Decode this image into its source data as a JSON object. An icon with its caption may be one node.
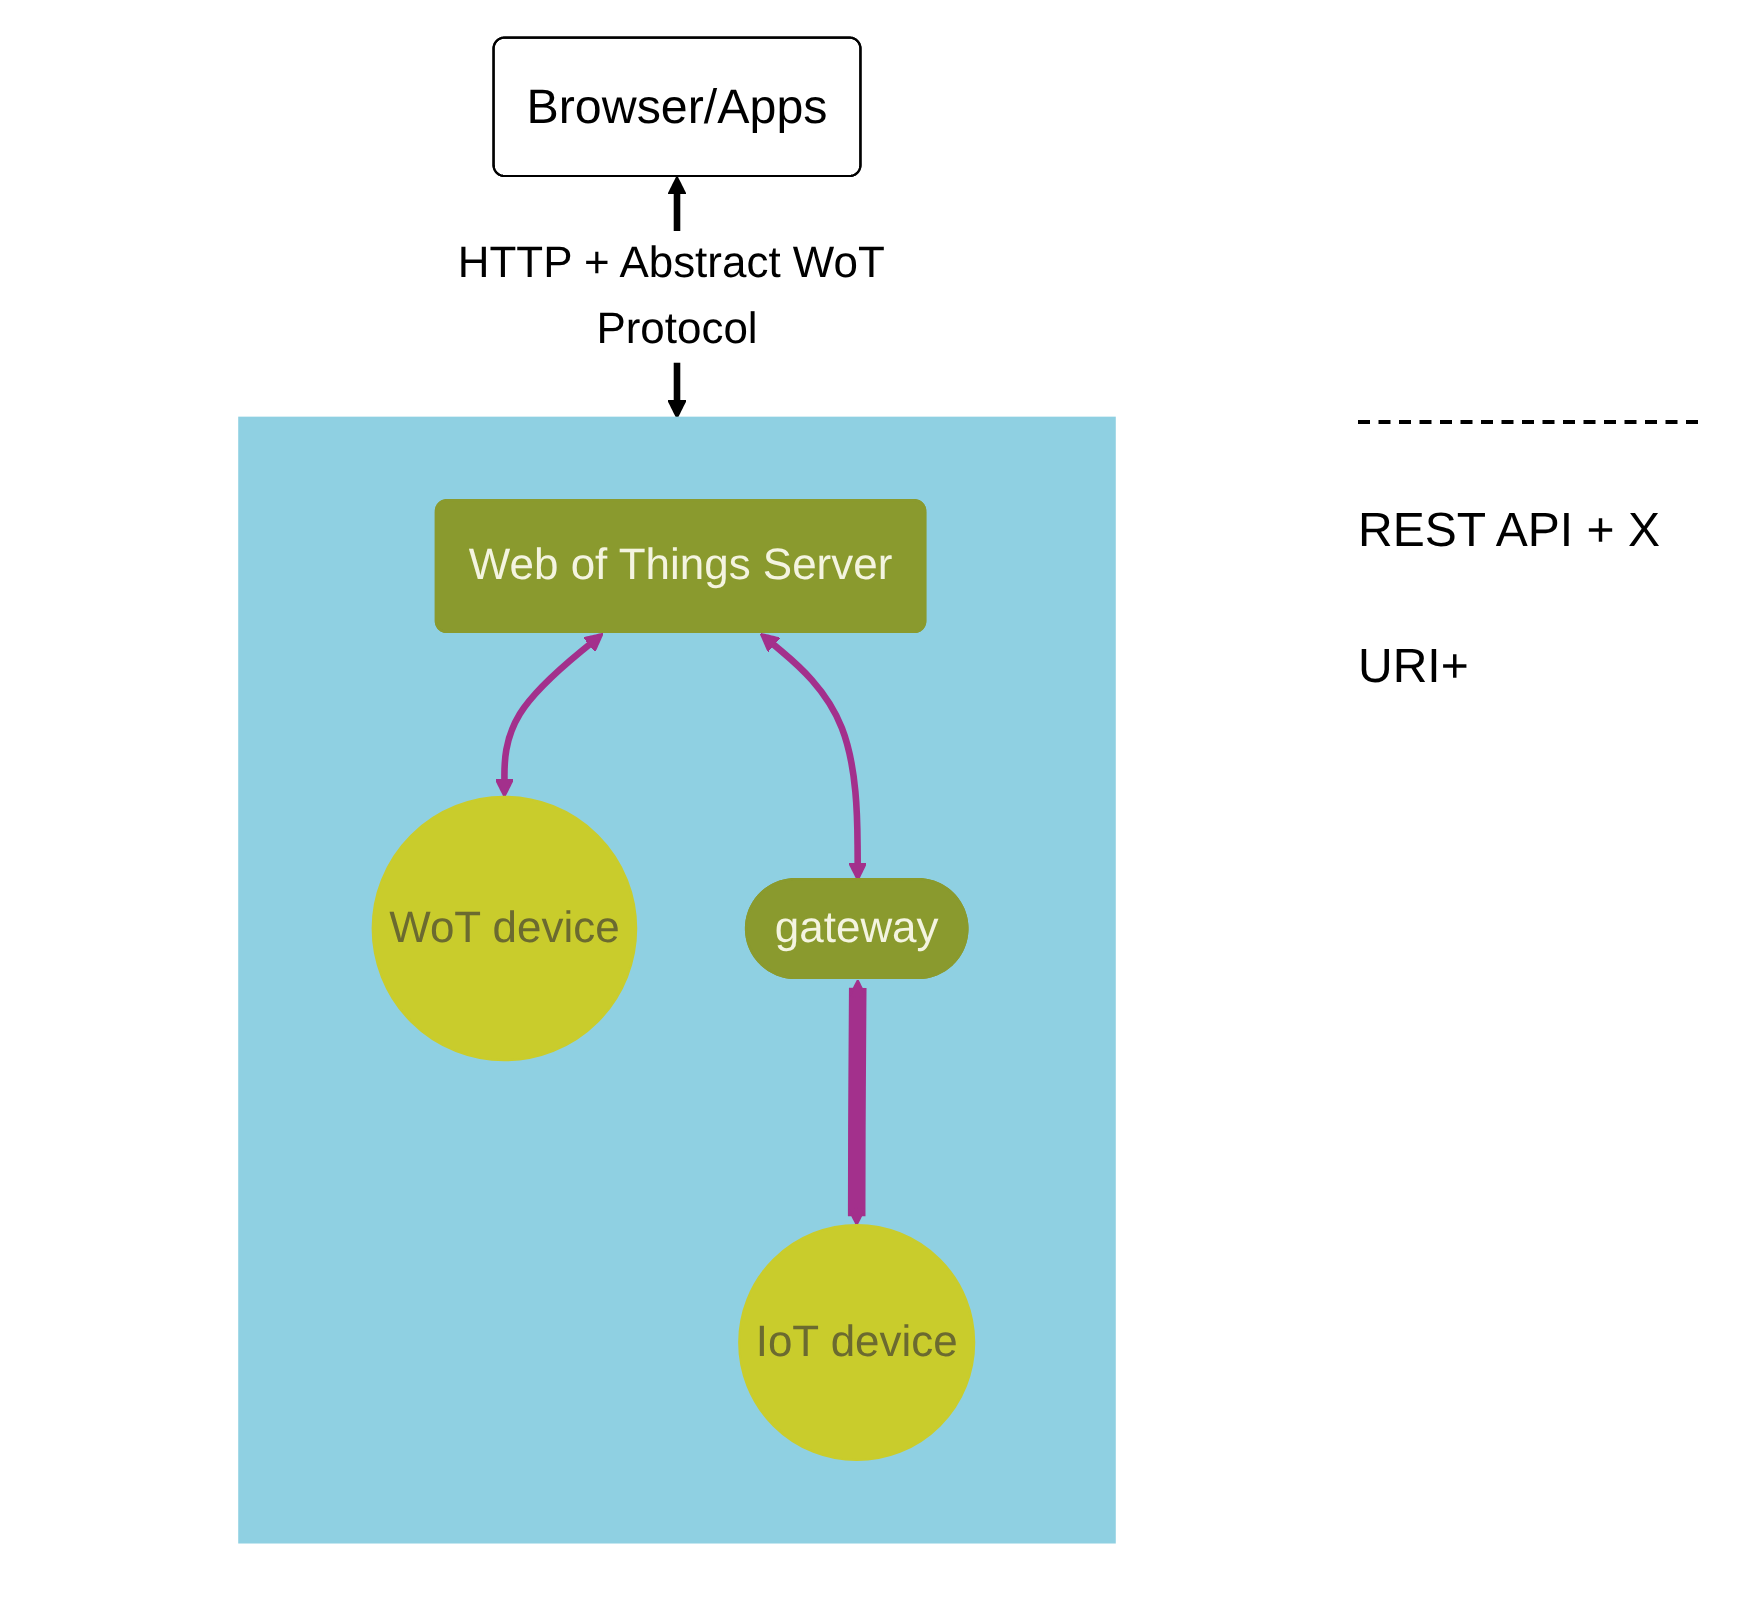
{
  "diagram": {
    "nodes": [
      {
        "text": [
          "Browser/Apps"
        ]
      },
      {
        "text": [],
        "shape": "box"
      },
      {
        "text": [
          "Web of Things Server"
        ],
        "in": 1
      },
      {
        "text": [
          "gateway"
        ],
        "in": 1
      },
      {
        "text": [
          "WoT device"
        ],
        "in": 1
      },
      {
        "text": [
          "IoT device"
        ],
        "in": 1
      }
    ],
    "edges": [
      {
        "from": 0,
        "to": 1,
        "arrow": "both",
        "label": "HTTP + Abstract WoT Protocol",
        "color": "#000000"
      },
      {
        "from": 2,
        "to": 4,
        "arrow": "both"
      },
      {
        "from": 2,
        "to": 3,
        "arrow": "both"
      },
      {
        "from": 3,
        "to": 5,
        "arrow": "both",
        "style": "thick"
      }
    ],
    "labels": [
      "REST API + X",
      "URI+"
    ]
  }
}
